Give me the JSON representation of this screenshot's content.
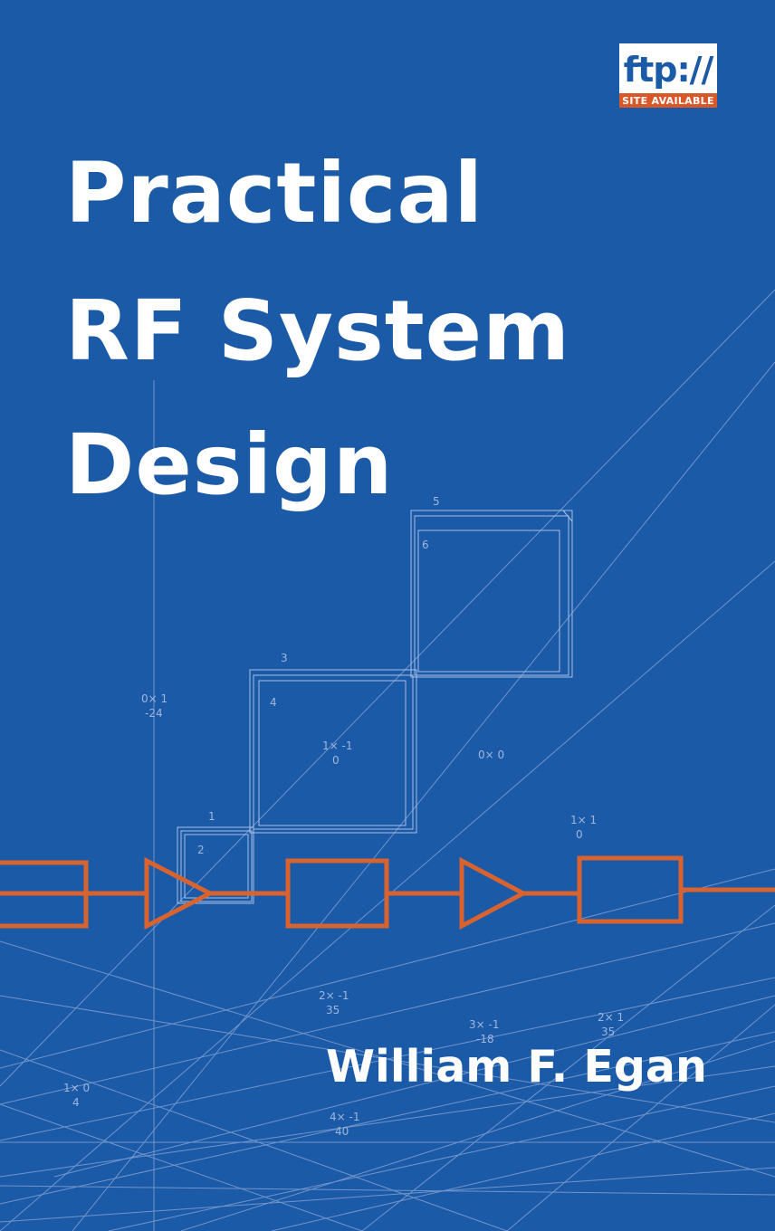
{
  "cover": {
    "title_lines": [
      "Practical",
      "RF System",
      "Design"
    ],
    "author": "William F. Egan",
    "badge_top": "ftp://",
    "badge_bottom": "SITE AVAILABLE"
  },
  "diagram_labels": {
    "box1": "1",
    "box2": "2",
    "box3": "3",
    "box4": "4",
    "box5": "5",
    "box6": "6",
    "l_0x1": "0× 1",
    "l_24": "-24",
    "l_1x1a": "1× -1",
    "l_0a": "0",
    "l_0x0": "0× 0",
    "l_1x1b": "1× 1",
    "l_0b": "0",
    "l_2x1": "2× -1",
    "l_35a": "35",
    "l_3x1": "3× -1",
    "l_18": "-18",
    "l_2x1b": "2× 1",
    "l_35b": "35",
    "l_1x0": "1× 0",
    "l_4": "4",
    "l_4x1": "4× -1",
    "l_40": "40"
  },
  "colors": {
    "background": "#1b5aa7",
    "block_stroke": "#d9632f",
    "line": "#9fb6e0",
    "text": "#ffffff"
  }
}
